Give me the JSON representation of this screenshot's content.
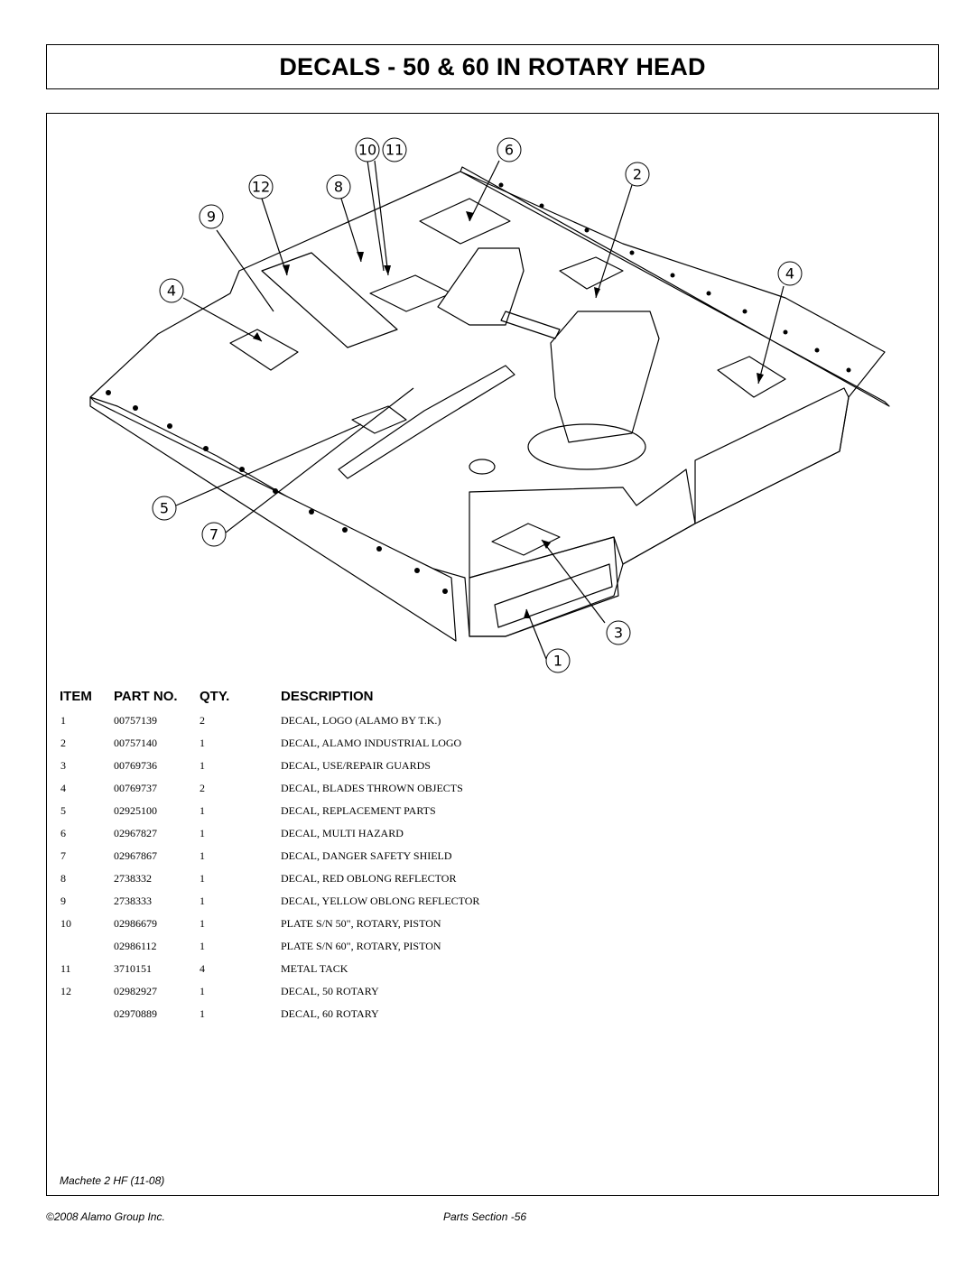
{
  "title": "DECALS - 50 & 60 IN ROTARY HEAD",
  "callouts": [
    "10",
    "11",
    "6",
    "2",
    "12",
    "8",
    "9",
    "4",
    "4",
    "5",
    "7",
    "3",
    "1"
  ],
  "table": {
    "headers": {
      "item": "ITEM",
      "part_no": "PART NO.",
      "qty": "QTY.",
      "description": "DESCRIPTION"
    },
    "rows": [
      {
        "item": "1",
        "part_no": "00757139",
        "qty": "2",
        "description": "DECAL, LOGO (ALAMO BY T.K.)"
      },
      {
        "item": "2",
        "part_no": "00757140",
        "qty": "1",
        "description": "DECAL, ALAMO INDUSTRIAL LOGO"
      },
      {
        "item": "3",
        "part_no": "00769736",
        "qty": "1",
        "description": "DECAL, USE/REPAIR GUARDS"
      },
      {
        "item": "4",
        "part_no": "00769737",
        "qty": "2",
        "description": "DECAL, BLADES THROWN OBJECTS"
      },
      {
        "item": "5",
        "part_no": "02925100",
        "qty": "1",
        "description": "DECAL, REPLACEMENT PARTS"
      },
      {
        "item": "6",
        "part_no": "02967827",
        "qty": "1",
        "description": "DECAL, MULTI HAZARD"
      },
      {
        "item": "7",
        "part_no": "02967867",
        "qty": "1",
        "description": "DECAL, DANGER SAFETY SHIELD"
      },
      {
        "item": "8",
        "part_no": "2738332",
        "qty": "1",
        "description": "DECAL, RED OBLONG REFLECTOR"
      },
      {
        "item": "9",
        "part_no": "2738333",
        "qty": "1",
        "description": "DECAL, YELLOW OBLONG REFLECTOR"
      },
      {
        "item": "10",
        "part_no": "02986679",
        "qty": "1",
        "description": "PLATE S/N 50\", ROTARY, PISTON"
      },
      {
        "item": "",
        "part_no": "02986112",
        "qty": "1",
        "description": "PLATE S/N 60\", ROTARY, PISTON"
      },
      {
        "item": "11",
        "part_no": "3710151",
        "qty": "4",
        "description": "METAL TACK"
      },
      {
        "item": "12",
        "part_no": "02982927",
        "qty": "1",
        "description": "DECAL, 50 ROTARY"
      },
      {
        "item": "",
        "part_no": "02970889",
        "qty": "1",
        "description": "DECAL, 60 ROTARY"
      }
    ]
  },
  "footer": {
    "model": "Machete 2 HF (11-08)",
    "copyright": "©2008 Alamo Group Inc.",
    "section": "Parts Section -56"
  }
}
